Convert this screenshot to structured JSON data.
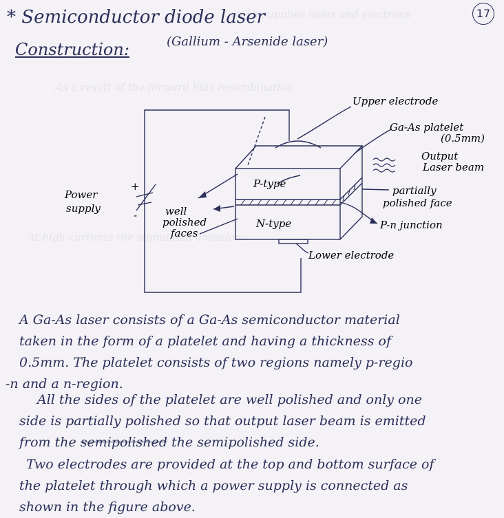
{
  "header": {
    "title": "* Semiconductor diode laser",
    "subtitle": "(Gallium - Arsenide laser)",
    "page_number": "17",
    "section": "Construction:"
  },
  "diagram": {
    "labels": {
      "upper_electrode": "Upper electrode",
      "platelet": "Ga-As platelet",
      "platelet_thickness": "(0.5mm)",
      "output_1": "Output",
      "output_2": "Laser beam",
      "p_type": "P-type",
      "n_type": "N-type",
      "partially_1": "partially",
      "partially_2": "polished face",
      "pn_junction": "P-n junction",
      "power_1": "Power",
      "power_2": "supply",
      "plus": "+",
      "minus": "-",
      "well_1": "well",
      "well_2": "polished",
      "well_3": "faces",
      "lower_electrode": "Lower electrode"
    }
  },
  "body": {
    "p1": [
      "A Ga-As laser consists of a Ga-As semiconductor material",
      "taken in the form of a platelet and having a thickness of",
      "0.5mm. The platelet consists of two regions namely p-regio",
      "-n and a n-region."
    ],
    "p2": [
      "All the sides of the platelet are well polished and only one",
      "side is partially polished so that output laser beam is emitted",
      "from the",
      "the semipolished side."
    ],
    "p2_struck": "semipolished",
    "p3": [
      "Two electrodes are provided at the top and bottom surface of",
      "the platelet through which a power supply is connected as",
      "shown in the figure above."
    ]
  }
}
